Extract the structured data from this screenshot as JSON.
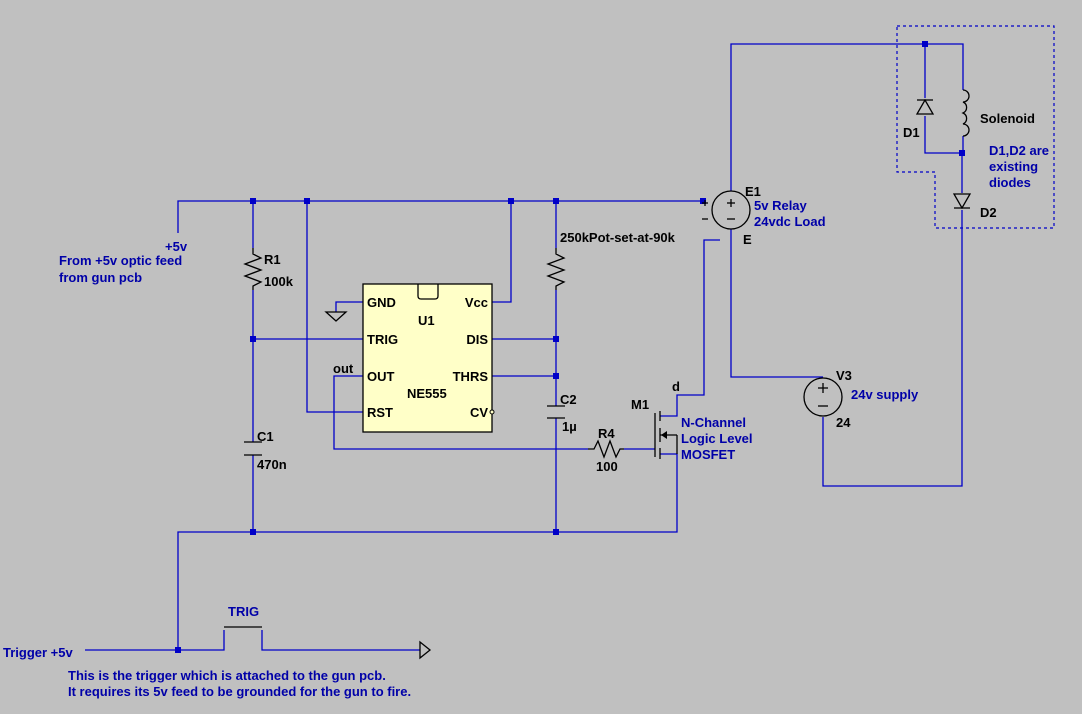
{
  "colors": {
    "background": "#c0c0c0",
    "wire": "#0000c8",
    "component": "#000000",
    "ic_body": "#ffffc8",
    "comment_text": "#0000a8"
  },
  "labels": {
    "plus5v": "+5v",
    "feed_line1": "From +5v optic feed",
    "feed_line2": "from gun pcb",
    "r1_name": "R1",
    "r1_value": "100k",
    "c1_name": "C1",
    "c1_value": "470n",
    "pot_label": "250kPot-set-at-90k",
    "c2_name": "C2",
    "c2_value": "1µ",
    "r4_name": "R4",
    "r4_value": "100",
    "m1_name": "M1",
    "m1_drain": "d",
    "mosfet_line1": "N-Channel",
    "mosfet_line2": "Logic Level",
    "mosfet_line3": "MOSFET",
    "e1_name": "E1",
    "e1_node": "E",
    "relay_line1": "5v Relay",
    "relay_line2": "24vdc Load",
    "v3_name": "V3",
    "v3_value": "24",
    "v3_desc": "24v supply",
    "solenoid": "Solenoid",
    "d1": "D1",
    "d2": "D2",
    "diodes_line1": "D1,D2 are",
    "diodes_line2": "existing",
    "diodes_line3": "diodes",
    "out_net": "out",
    "trig_switch": "TRIG",
    "trigger_in": "Trigger +5v",
    "note_line1": "This is the trigger which is attached to the gun pcb.",
    "note_line2": "It requires its 5v feed to be grounded for the gun to fire."
  },
  "ic": {
    "ref": "U1",
    "part": "NE555",
    "pins": {
      "gnd": "GND",
      "trig": "TRIG",
      "out": "OUT",
      "rst": "RST",
      "vcc": "Vcc",
      "dis": "DIS",
      "thrs": "THRS",
      "cv": "CV"
    }
  }
}
